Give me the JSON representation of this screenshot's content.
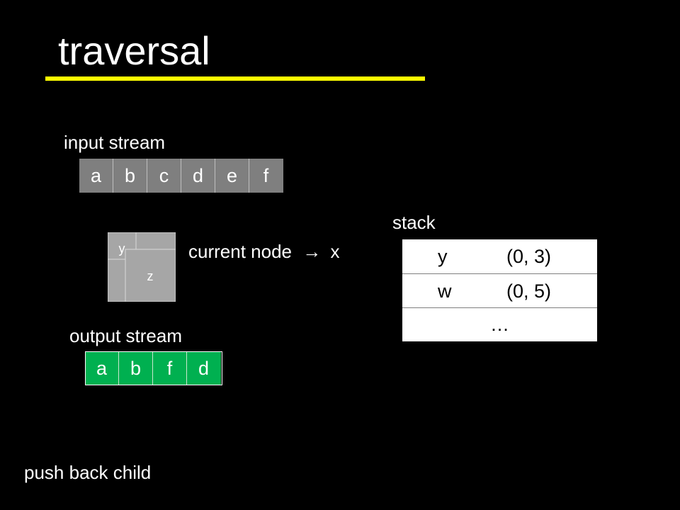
{
  "title": "traversal",
  "colors": {
    "title_underline": "#ffff00",
    "input_cell": "#7f7f7f",
    "output_cell": "#00b050",
    "node_box": "#a6a6a6",
    "stack_row": "#ffffff"
  },
  "input_stream": {
    "label": "input stream",
    "items": [
      "a",
      "b",
      "c",
      "d",
      "e",
      "f"
    ]
  },
  "node_diagram": {
    "child_y_label": "y",
    "child_z_label": "z"
  },
  "current_node": {
    "label": "current node",
    "arrow": "→",
    "value": "x"
  },
  "output_stream": {
    "label": "output stream",
    "items": [
      "a",
      "b",
      "f",
      "d"
    ]
  },
  "stack": {
    "label": "stack",
    "rows": [
      {
        "name": "y",
        "value": "(0, 3)"
      },
      {
        "name": "w",
        "value": "(0, 5)"
      }
    ],
    "ellipsis": "…"
  },
  "caption": "push back child"
}
